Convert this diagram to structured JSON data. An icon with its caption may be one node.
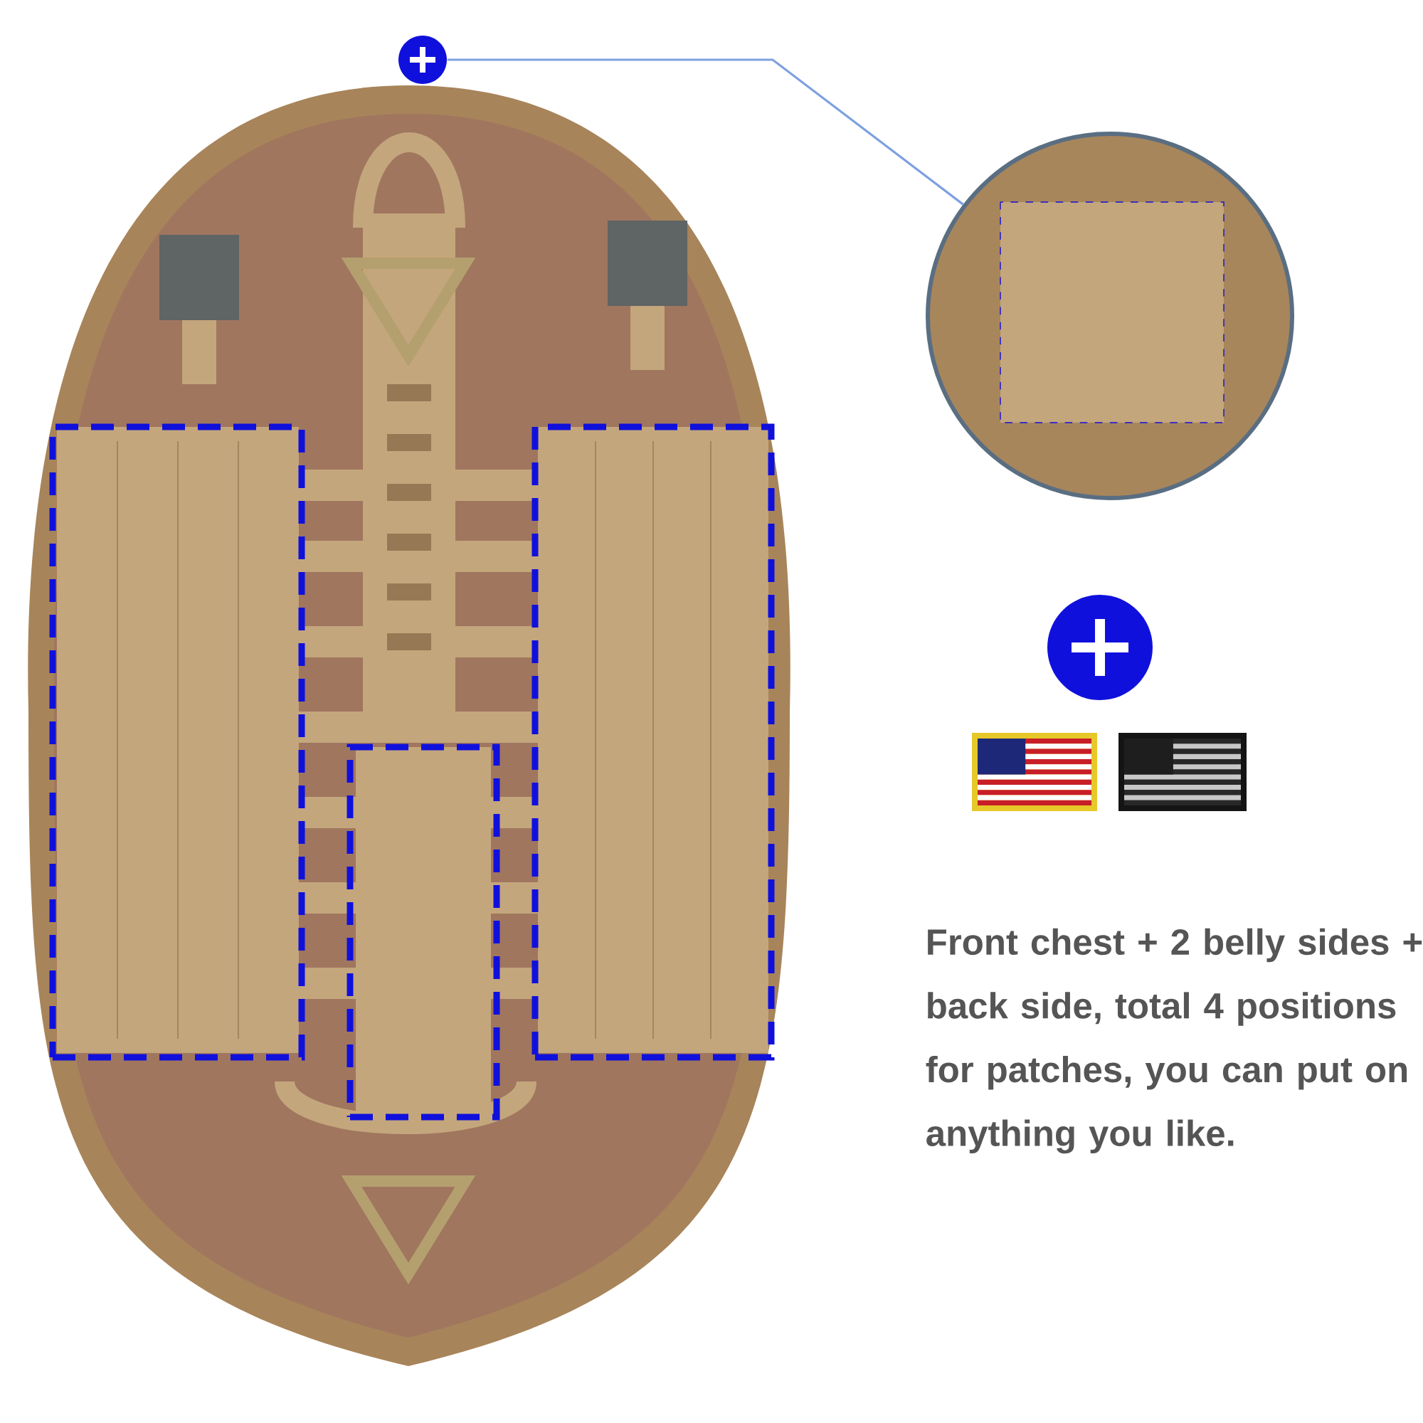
{
  "diagram": {
    "nodes": [
      {
        "text": [],
        "shape": "circle"
      },
      {
        "text": [],
        "shape": "picture"
      },
      {
        "text": [],
        "shape": "box"
      },
      {
        "text": [],
        "shape": "box"
      },
      {
        "text": [],
        "shape": "box"
      }
    ],
    "edges": [
      {
        "from": 0,
        "to": 1,
        "arrow": "none"
      }
    ],
    "labels": [
      "Front chest + 2 belly sides + back side, total 4 positions for patches, you can put on anything you like."
    ]
  }
}
